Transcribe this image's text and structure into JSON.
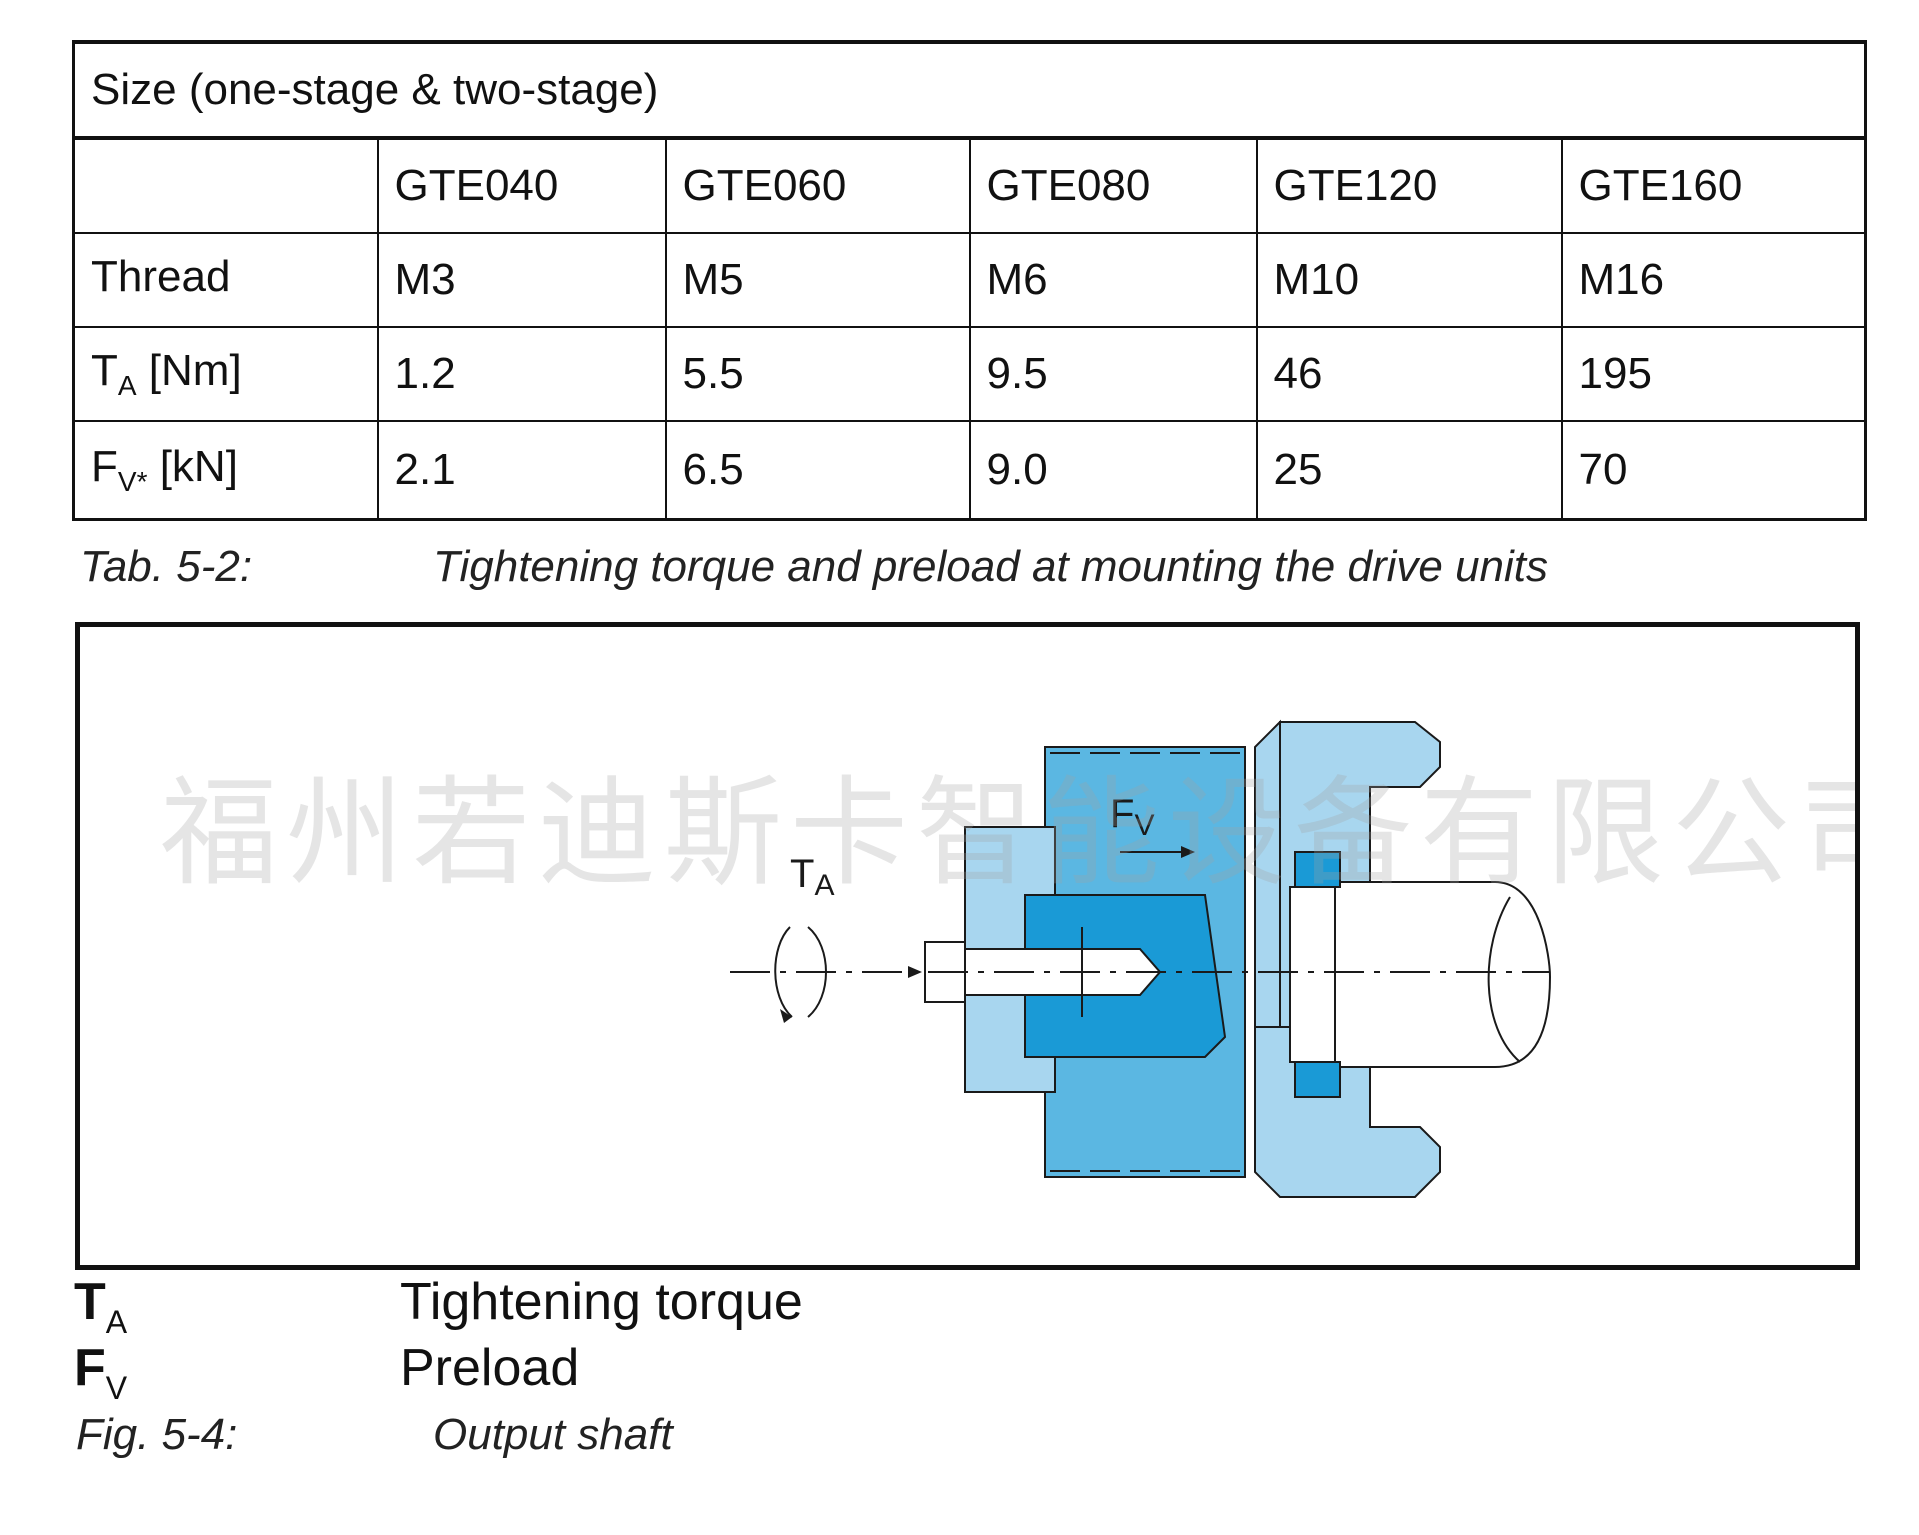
{
  "table": {
    "size_header": "Size (one-stage & two-stage)",
    "columns": [
      "",
      "GTE040",
      "GTE060",
      "GTE080",
      "GTE120",
      "GTE160"
    ],
    "rows": [
      {
        "label": "Thread",
        "label_sub": "",
        "label_suffix": "",
        "values": [
          "M3",
          "M5",
          "M6",
          "M10",
          "M16"
        ]
      },
      {
        "label": "T",
        "label_sub": "A",
        "label_suffix": " [Nm]",
        "values": [
          "1.2",
          "5.5",
          "9.5",
          "46",
          "195"
        ]
      },
      {
        "label": "F",
        "label_sub": "V*",
        "label_suffix": " [kN]",
        "values": [
          "2.1",
          "6.5",
          "9.0",
          "25",
          "70"
        ]
      }
    ]
  },
  "table_caption": {
    "number": "Tab. 5-2:",
    "text": "Tightening torque and preload at mounting the drive units"
  },
  "figure": {
    "watermark": "福州若迪斯卡智能设备有限公司",
    "ta_label": "T",
    "ta_sub": "A",
    "fv_label": "F",
    "fv_sub": "V",
    "colors": {
      "light_blue": "#a8d6ef",
      "mid_blue": "#5bb7e2",
      "dark_blue": "#1a9ad6",
      "outline": "#1a1a1a"
    }
  },
  "legend": [
    {
      "symbol": "T",
      "sub": "A",
      "text": "Tightening torque"
    },
    {
      "symbol": "F",
      "sub": "V",
      "text": "Preload"
    }
  ],
  "figure_caption": {
    "number": "Fig. 5-4:",
    "text": "Output shaft"
  }
}
